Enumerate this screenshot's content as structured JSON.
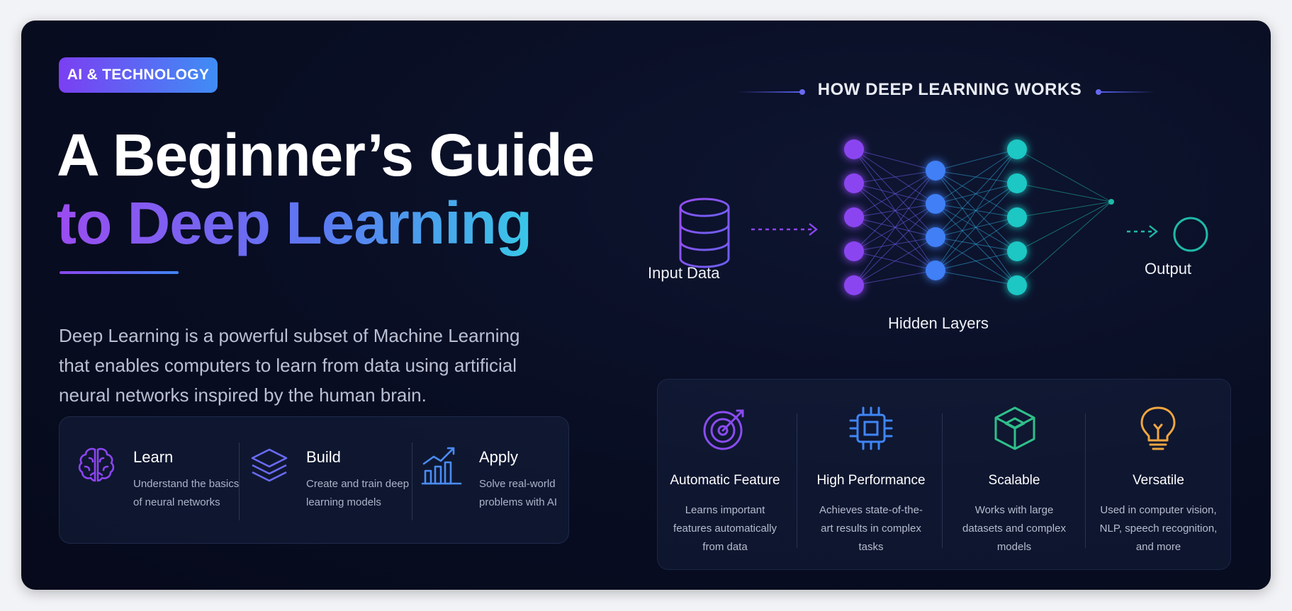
{
  "badge": "AI & TECHNOLOGY",
  "title": {
    "line1": "A Beginner’s Guide",
    "line2": "to Deep Learning"
  },
  "intro": "Deep Learning is a powerful subset of Machine Learning that enables computers to learn from data using artificial neural networks inspired by the human brain.",
  "steps": [
    {
      "icon": "brain-icon",
      "title": "Learn",
      "desc": "Understand the basics of neural networks"
    },
    {
      "icon": "layers-icon",
      "title": "Build",
      "desc": "Create and train deep learning models"
    },
    {
      "icon": "growth-chart-icon",
      "title": "Apply",
      "desc": "Solve real-world problems with AI"
    }
  ],
  "diagram": {
    "title": "HOW DEEP LEARNING WORKS",
    "input_label": "Input Data",
    "hidden_label": "Hidden Layers",
    "output_label": "Output",
    "layers": [
      5,
      4,
      5
    ],
    "colors": {
      "input": "#8b45f0",
      "hidden": "#3f7ff5",
      "second": "#1fc7c4",
      "output": "#1fb8a8"
    }
  },
  "features": [
    {
      "icon": "target-icon",
      "title": "Automatic Feature",
      "desc": "Learns important features automatically from data",
      "color": "#8a4cf0"
    },
    {
      "icon": "chip-icon",
      "title": "High Performance",
      "desc": "Achieves state-of-the-art results in complex tasks",
      "color": "#3f86f5"
    },
    {
      "icon": "cube-icon",
      "title": "Scalable",
      "desc": "Works with large datasets and complex models",
      "color": "#2fbf8a"
    },
    {
      "icon": "lightbulb-icon",
      "title": "Versatile",
      "desc": "Used in computer vision, NLP, speech recognition, and more",
      "color": "#f0a640"
    }
  ]
}
